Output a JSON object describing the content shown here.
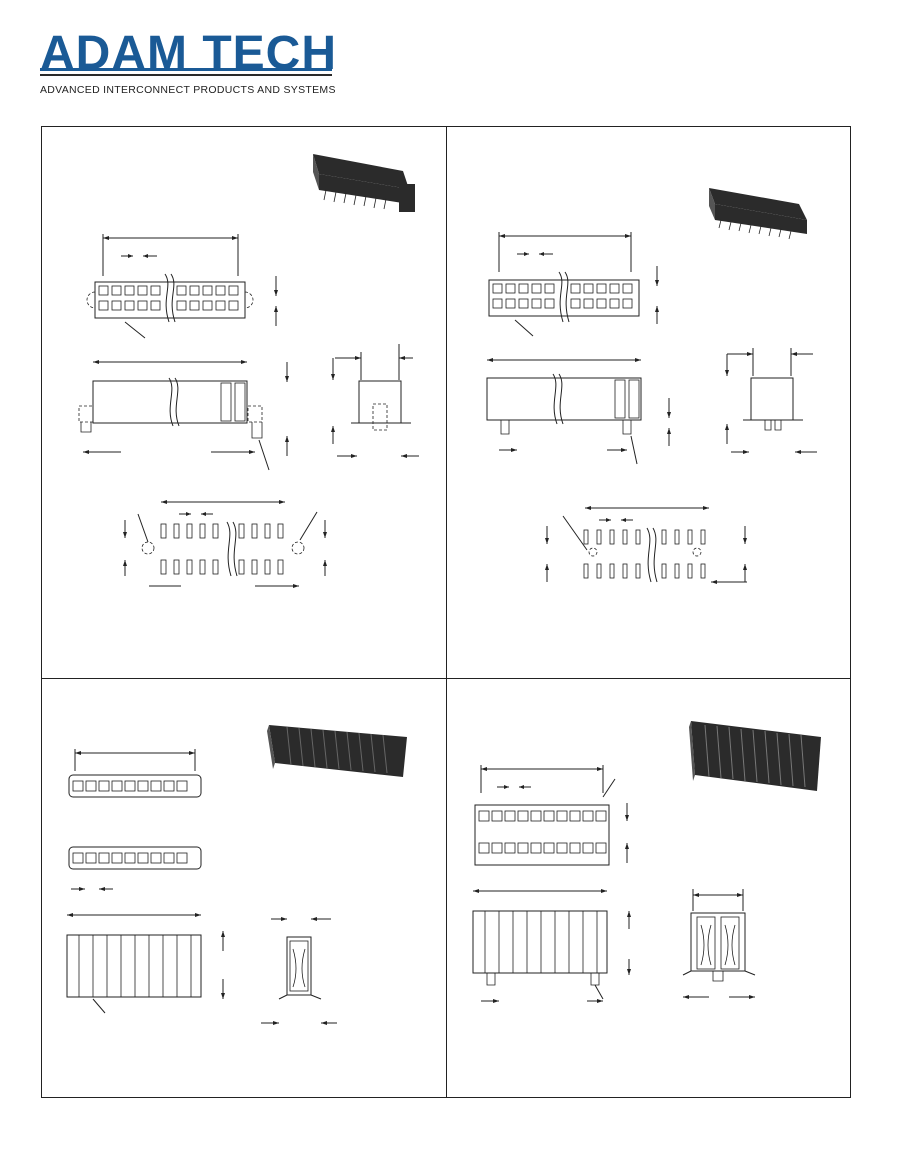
{
  "header": {
    "logo_text": "ADAM TECH",
    "tagline": "ADVANCED INTERCONNECT PRODUCTS AND SYSTEMS",
    "brand_color": "#1a5a96"
  },
  "panels": [
    {
      "id": "top-left",
      "icon": "dual-row-smt-connector-with-locking-peg-drawing"
    },
    {
      "id": "top-right",
      "icon": "dual-row-smt-connector-drawing"
    },
    {
      "id": "bottom-left",
      "icon": "single-row-vertical-connector-drawing"
    },
    {
      "id": "bottom-right",
      "icon": "dual-row-vertical-connector-drawing"
    }
  ]
}
